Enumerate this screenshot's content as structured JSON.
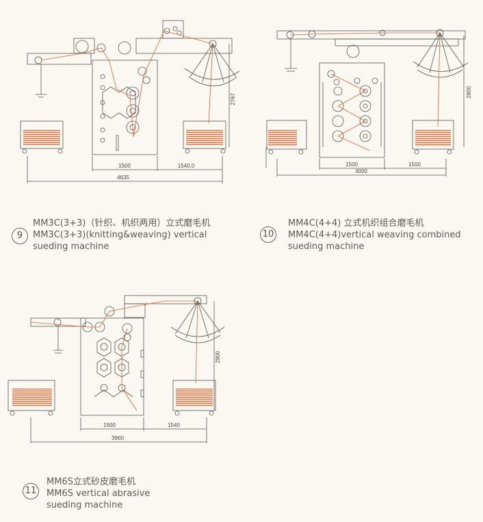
{
  "machines": [
    {
      "number": "9",
      "title_cn": "MM3C(3+3)（针织、机织两用）立式磨毛机",
      "title_en_1": "MM3C(3+3)(knitting&weaving) vertical",
      "title_en_2": "sueding machine",
      "dims": {
        "left_width": "1500",
        "right_width": "1540.0",
        "total_width": "4635",
        "height": "2767"
      }
    },
    {
      "number": "10",
      "title_cn": "MM4C(4+4) 立式机织组合磨毛机",
      "title_en_1": "MM4C(4+4)vertical weaving combined",
      "title_en_2": "sueding machine",
      "dims": {
        "left_width": "1500",
        "right_width": "1500",
        "total_width": "4000",
        "height": "2800"
      }
    },
    {
      "number": "11",
      "title_cn": "MM6S立式砂皮磨毛机",
      "title_en_1": "MM6S vertical abrasive",
      "title_en_2": "sueding machine",
      "dims": {
        "left_width": "1500",
        "right_width": "1540",
        "total_width": "3960",
        "height": "2900"
      }
    }
  ],
  "colors": {
    "line": "#555555",
    "fabric": "#e06030",
    "fabric_fill": "#f3c7ae",
    "background": "#faf8f0"
  }
}
